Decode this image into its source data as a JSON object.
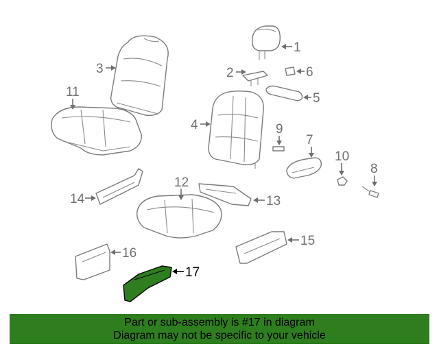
{
  "callouts": {
    "c1": "1",
    "c2": "2",
    "c3": "3",
    "c4": "4",
    "c5": "5",
    "c6": "6",
    "c7": "7",
    "c8": "8",
    "c9": "9",
    "c10": "10",
    "c11": "11",
    "c12": "12",
    "c13": "13",
    "c14": "14",
    "c15": "15",
    "c16": "16",
    "c17": "17"
  },
  "highlighted_part": "17",
  "colors": {
    "highlight_fill": "#2e7d1e",
    "banner_bg": "#2e7d1e",
    "line_gray": "#7a7a7a"
  },
  "banner": {
    "line1": "Part or sub-assembly is #17 in diagram",
    "line2": "Diagram may not be specific to your vehicle"
  }
}
